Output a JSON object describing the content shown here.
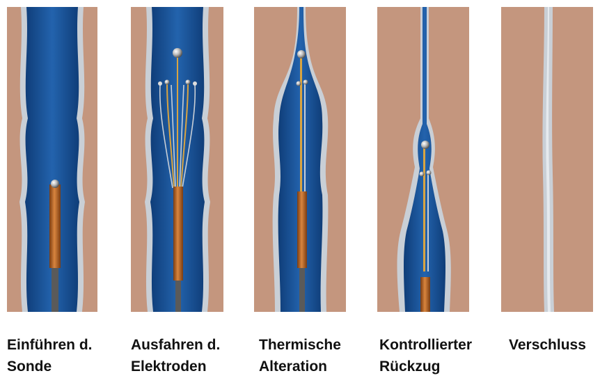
{
  "colors": {
    "tissue": "#c4967e",
    "vessel_wall": "#c9cfd6",
    "vessel_lumen": "#174f91",
    "catheter": "#b8652a",
    "electrode": "#d9a441"
  },
  "steps": [
    {
      "line1": "Einführen d.",
      "line2": "Sonde"
    },
    {
      "line1": "Ausfahren d.",
      "line2": "Elektroden"
    },
    {
      "line1": "Thermische",
      "line2": "Alteration"
    },
    {
      "line1": "Kontrollierter",
      "line2": "Rückzug"
    },
    {
      "line1": "Verschluss",
      "line2": ""
    }
  ]
}
